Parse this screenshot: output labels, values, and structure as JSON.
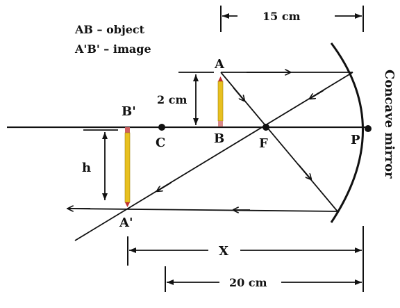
{
  "legend": {
    "object_line": "AB   – object",
    "image_line": "A'B' – image"
  },
  "points": {
    "A": "A",
    "B": "B",
    "A_prime": "A'",
    "B_prime": "B'",
    "C": "C",
    "F": "F",
    "P": "P"
  },
  "dimensions": {
    "focal_length": "15 cm",
    "object_height": "2 cm",
    "image_height": "h",
    "image_distance": "X",
    "object_distance": "20 cm"
  },
  "mirror_label": "Concave mirror",
  "colors": {
    "pencil_body": "#e8c020",
    "pencil_tip": "#c03030",
    "ink": "#111111"
  }
}
